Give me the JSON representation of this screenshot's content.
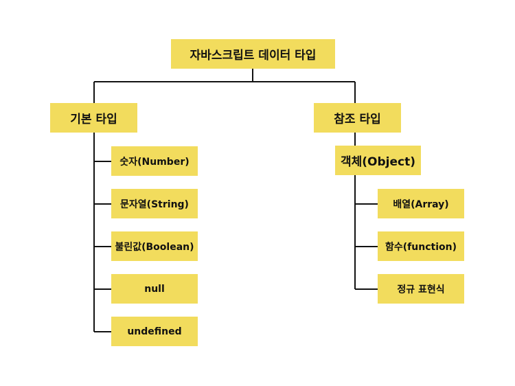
{
  "diagram": {
    "root": "자바스크립트 데이터 타입",
    "primitive": {
      "label": "기본 타입",
      "items": [
        "숫자(Number)",
        "문자열(String)",
        "불린값(Boolean)",
        "null",
        "undefined"
      ]
    },
    "reference": {
      "label": "참조 타입",
      "object": {
        "label": "객체(Object)",
        "items": [
          "배열(Array)",
          "함수(function)",
          "정규 표현식"
        ]
      }
    }
  },
  "colors": {
    "node_fill": "#f2dc5d",
    "line": "#111111",
    "text": "#111111",
    "background": "#ffffff"
  }
}
